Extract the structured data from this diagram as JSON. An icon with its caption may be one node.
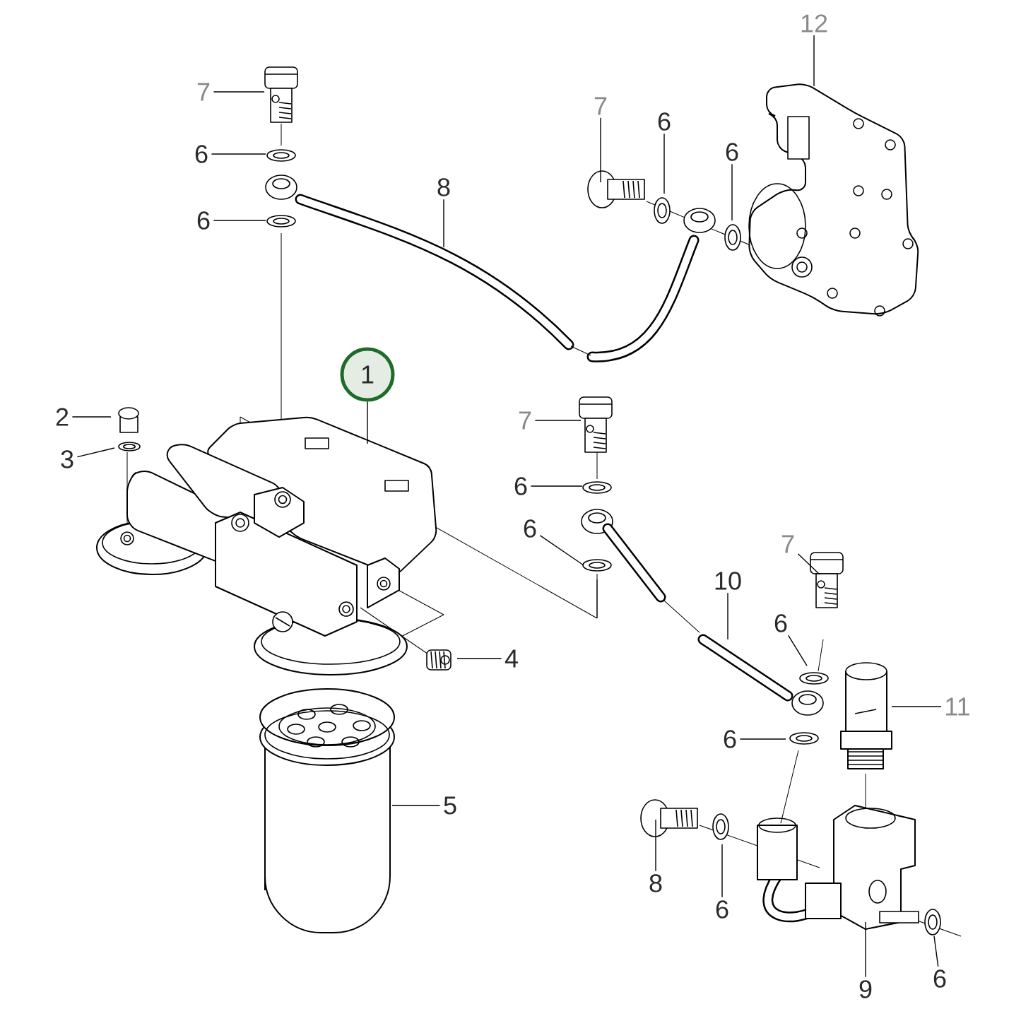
{
  "diagram": {
    "nodes": [
      {
        "text": [
          "12"
        ]
      },
      {
        "text": [
          "7"
        ]
      },
      {
        "text": [
          "7"
        ]
      },
      {
        "text": [
          "6"
        ]
      },
      {
        "text": [
          "6"
        ]
      },
      {
        "text": [
          "6"
        ]
      },
      {
        "text": [
          "8"
        ]
      },
      {
        "text": [
          "6"
        ]
      },
      {
        "text": [
          "1"
        ]
      },
      {
        "text": [
          "2"
        ]
      },
      {
        "text": [
          "7"
        ]
      },
      {
        "text": [
          "3"
        ]
      },
      {
        "text": [
          "6"
        ]
      },
      {
        "text": [
          "6"
        ]
      },
      {
        "text": [
          "7"
        ]
      },
      {
        "text": [
          "10"
        ]
      },
      {
        "text": [
          "6"
        ]
      },
      {
        "text": [
          "4"
        ]
      },
      {
        "text": [
          "11"
        ]
      },
      {
        "text": [
          "6"
        ]
      },
      {
        "text": [
          "5"
        ]
      },
      {
        "text": [
          "8"
        ]
      },
      {
        "text": [
          "6"
        ]
      },
      {
        "text": [
          "9"
        ]
      },
      {
        "text": [
          "6"
        ]
      }
    ],
    "edges": [
      {
        "from": 0,
        "to": null,
        "arrow": "none"
      },
      {
        "from": 1,
        "to": null,
        "arrow": "none"
      },
      {
        "from": 2,
        "to": null,
        "arrow": "none"
      },
      {
        "from": 3,
        "to": null,
        "arrow": "none"
      },
      {
        "from": 4,
        "to": null,
        "arrow": "none"
      },
      {
        "from": 5,
        "to": null,
        "arrow": "none"
      },
      {
        "from": 6,
        "to": null,
        "arrow": "none"
      },
      {
        "from": 7,
        "to": null,
        "arrow": "none"
      },
      {
        "from": 8,
        "to": null,
        "arrow": "none"
      },
      {
        "from": 9,
        "to": null,
        "arrow": "none"
      },
      {
        "from": 10,
        "to": null,
        "arrow": "none"
      },
      {
        "from": 11,
        "to": null,
        "arrow": "none"
      },
      {
        "from": 12,
        "to": null,
        "arrow": "none"
      },
      {
        "from": 13,
        "to": null,
        "arrow": "none"
      },
      {
        "from": 14,
        "to": null,
        "arrow": "none"
      },
      {
        "from": 15,
        "to": null,
        "arrow": "none"
      },
      {
        "from": 16,
        "to": null,
        "arrow": "none"
      },
      {
        "from": 17,
        "to": null,
        "arrow": "none"
      },
      {
        "from": 18,
        "to": null,
        "arrow": "none"
      },
      {
        "from": 19,
        "to": null,
        "arrow": "none"
      },
      {
        "from": 20,
        "to": null,
        "arrow": "none"
      },
      {
        "from": 21,
        "to": null,
        "arrow": "none"
      },
      {
        "from": 22,
        "to": null,
        "arrow": "none"
      },
      {
        "from": 23,
        "to": null,
        "arrow": "none"
      },
      {
        "from": 24,
        "to": null,
        "arrow": "none"
      }
    ]
  }
}
